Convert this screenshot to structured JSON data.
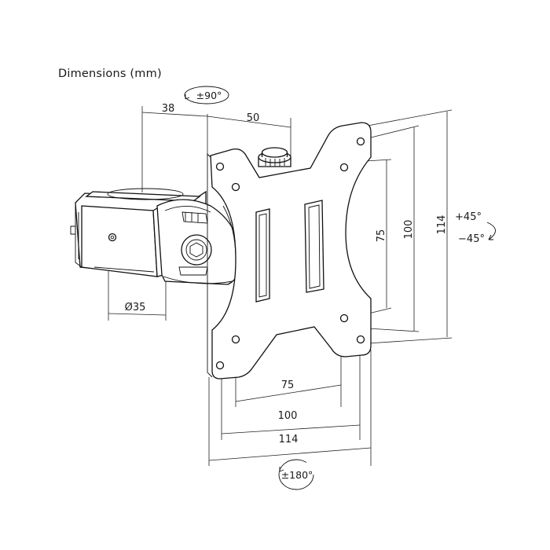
{
  "title": "Dimensions (mm)",
  "dimensions": {
    "offset": "38",
    "depth": "50",
    "pole_diameter": "Ø35",
    "vesa_h_small": "75",
    "vesa_h_mid": "100",
    "vesa_h_outer": "114",
    "vesa_v_small": "75",
    "vesa_v_mid": "100",
    "vesa_v_outer": "114"
  },
  "rotations": {
    "swivel": "±90°",
    "tilt_up": "+45°",
    "tilt_down": "−45°",
    "rotate": "±180°"
  },
  "colors": {
    "line": "#111111",
    "background": "#ffffff"
  }
}
